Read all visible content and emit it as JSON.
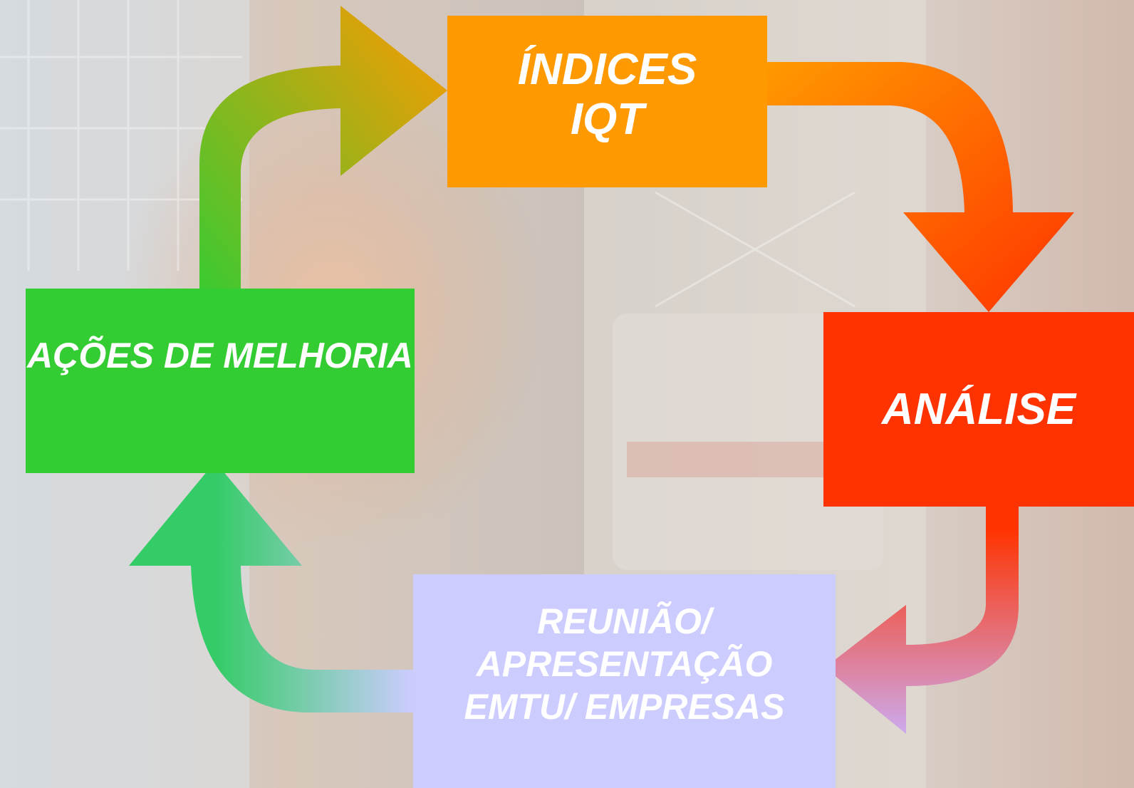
{
  "nodes": {
    "indices": {
      "lines": [
        "ÍNDICES",
        "IQT"
      ],
      "color": "#ff9900"
    },
    "analise": {
      "lines": [
        "ANÁLISE"
      ],
      "color": "#ff3300"
    },
    "reuniao": {
      "lines": [
        "REUNIÃO/",
        "APRESENTAÇÃO",
        "EMTU/ EMPRESAS"
      ],
      "color": "#ccccff"
    },
    "acoes": {
      "lines": [
        "AÇÕES DE MELHORIA"
      ],
      "color": "#33cc33"
    }
  },
  "text_color": "#ffffff",
  "arrow_colors": {
    "acoes_to_indices": [
      "#33cc33",
      "#ff9900"
    ],
    "indices_to_analise": [
      "#ff9900",
      "#ff3300"
    ],
    "analise_to_reuniao": [
      "#ff3300",
      "#ccaaee"
    ],
    "reuniao_to_acoes": [
      "#ccccff",
      "#33cc66"
    ]
  }
}
